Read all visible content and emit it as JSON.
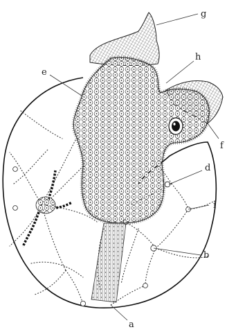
{
  "figure": {
    "labels": {
      "a": "a",
      "b": "b",
      "d": "d",
      "e": "e",
      "f": "f",
      "g": "g",
      "h": "h",
      "i": "i"
    }
  },
  "colors": {
    "ink": "#222222",
    "paper": "#ffffff"
  }
}
